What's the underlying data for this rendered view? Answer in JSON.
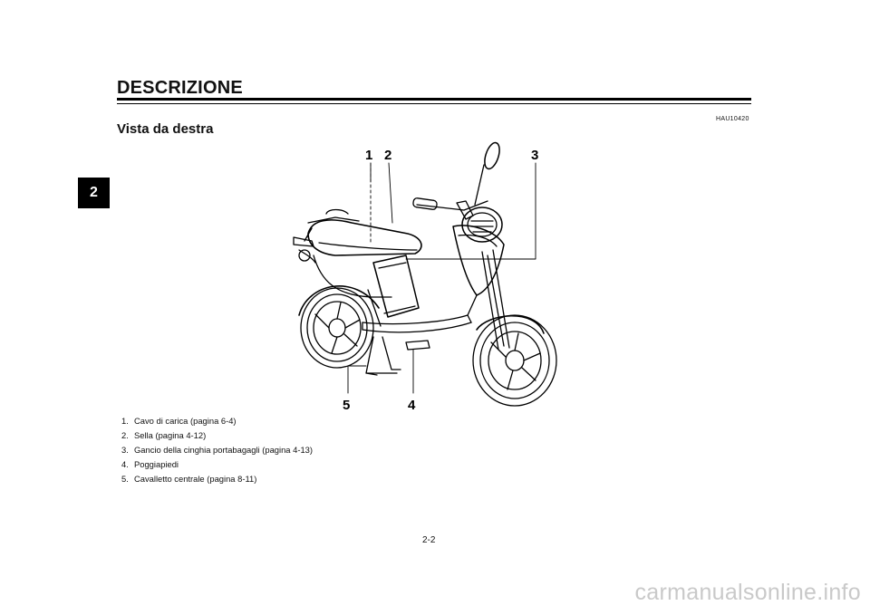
{
  "header": {
    "title": "DESCRIZIONE",
    "chapter": "2",
    "doc_code": "HAU10420"
  },
  "section": {
    "subtitle": "Vista da destra"
  },
  "figure": {
    "callouts": [
      "1",
      "2",
      "3",
      "4",
      "5"
    ]
  },
  "legend": [
    {
      "num": "1.",
      "text": "Cavo di carica (pagina 6-4)"
    },
    {
      "num": "2.",
      "text": "Sella (pagina 4-12)"
    },
    {
      "num": "3.",
      "text": "Gancio della cinghia portabagagli (pagina 4-13)"
    },
    {
      "num": "4.",
      "text": "Poggiapiedi"
    },
    {
      "num": "5.",
      "text": "Cavalletto centrale (pagina 8-11)"
    }
  ],
  "footer": {
    "page": "2-2",
    "watermark": "carmanualsonline.info"
  }
}
